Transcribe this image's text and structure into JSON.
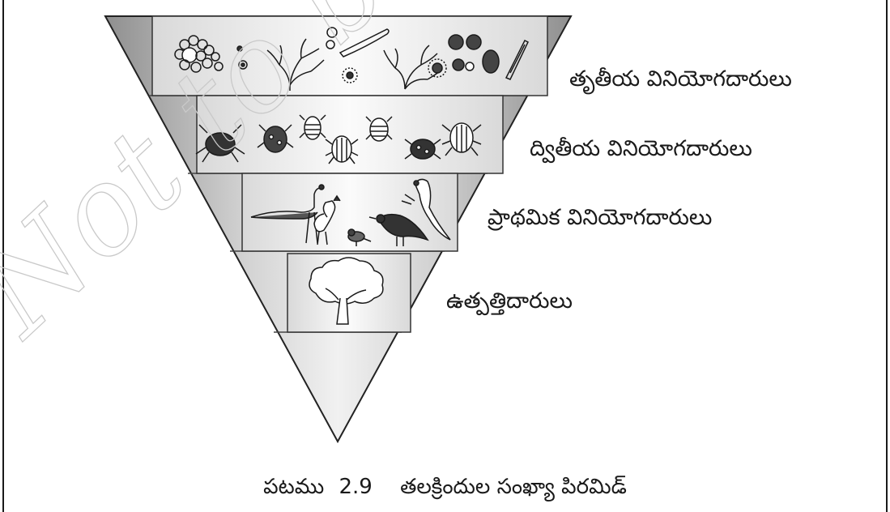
{
  "labels": {
    "tertiary": "తృతీయ వినియోగదారులు",
    "secondary": "ద్వితీయ వినియోగదారులు",
    "primary": "ప్రాథమిక వినియోగదారులు",
    "producers": "ఉత్పత్తిదారులు"
  },
  "caption": {
    "prefix": "పటము",
    "number": "2.9",
    "title": "తలక్రిందుల సంఖ్యా పిరమిడ్"
  },
  "watermark": "Not to be",
  "colors": {
    "band_light": "#f2f2f2",
    "band_dark": "#9d9d9d",
    "box_fill": "#f7f7f7",
    "ink": "#1a1a1a"
  },
  "icons": {
    "tertiary": [
      "plankton-cluster-icon",
      "algae-icon",
      "diatom-icon",
      "spore-icon"
    ],
    "secondary": [
      "beetle-icon"
    ],
    "primary": [
      "peacock-icon",
      "rooster-icon",
      "sparrow-icon",
      "crow-icon",
      "parrot-icon"
    ],
    "producers": [
      "tree-icon"
    ]
  }
}
